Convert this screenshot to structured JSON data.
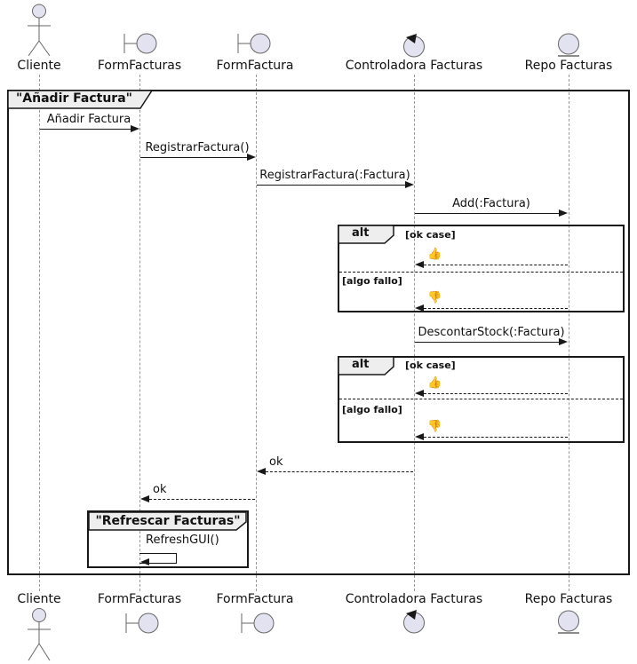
{
  "diagram": {
    "type": "uml-sequence",
    "participants": [
      {
        "name": "Cliente",
        "icon": "actor"
      },
      {
        "name": "FormFacturas",
        "icon": "boundary"
      },
      {
        "name": "FormFactura",
        "icon": "boundary"
      },
      {
        "name": "Controladora Facturas",
        "icon": "control"
      },
      {
        "name": "Repo Facturas",
        "icon": "entity"
      }
    ],
    "main_frame": {
      "title": "\"Añadir Factura\""
    },
    "inner_frame": {
      "title": "\"Refrescar Facturas\""
    },
    "alt": {
      "operator": "alt",
      "guard_ok": "[ok case]",
      "guard_fail": "[algo fallo]"
    },
    "messages": {
      "anadir_factura": "Añadir Factura",
      "registrar_factura": "RegistrarFactura()",
      "registrar_factura_param": "RegistrarFactura(:Factura)",
      "add_factura": "Add(:Factura)",
      "descontar_stock": "DescontarStock(:Factura)",
      "refresh_gui": "RefreshGUI()",
      "ok": "ok",
      "thumb_up": "👍",
      "thumb_down": "👎"
    },
    "colors": {
      "participant_fill": "#E2E2F0",
      "frame_tab_fill": "#EEEEEE",
      "line": "#181818",
      "lifeline": "#999999"
    }
  }
}
